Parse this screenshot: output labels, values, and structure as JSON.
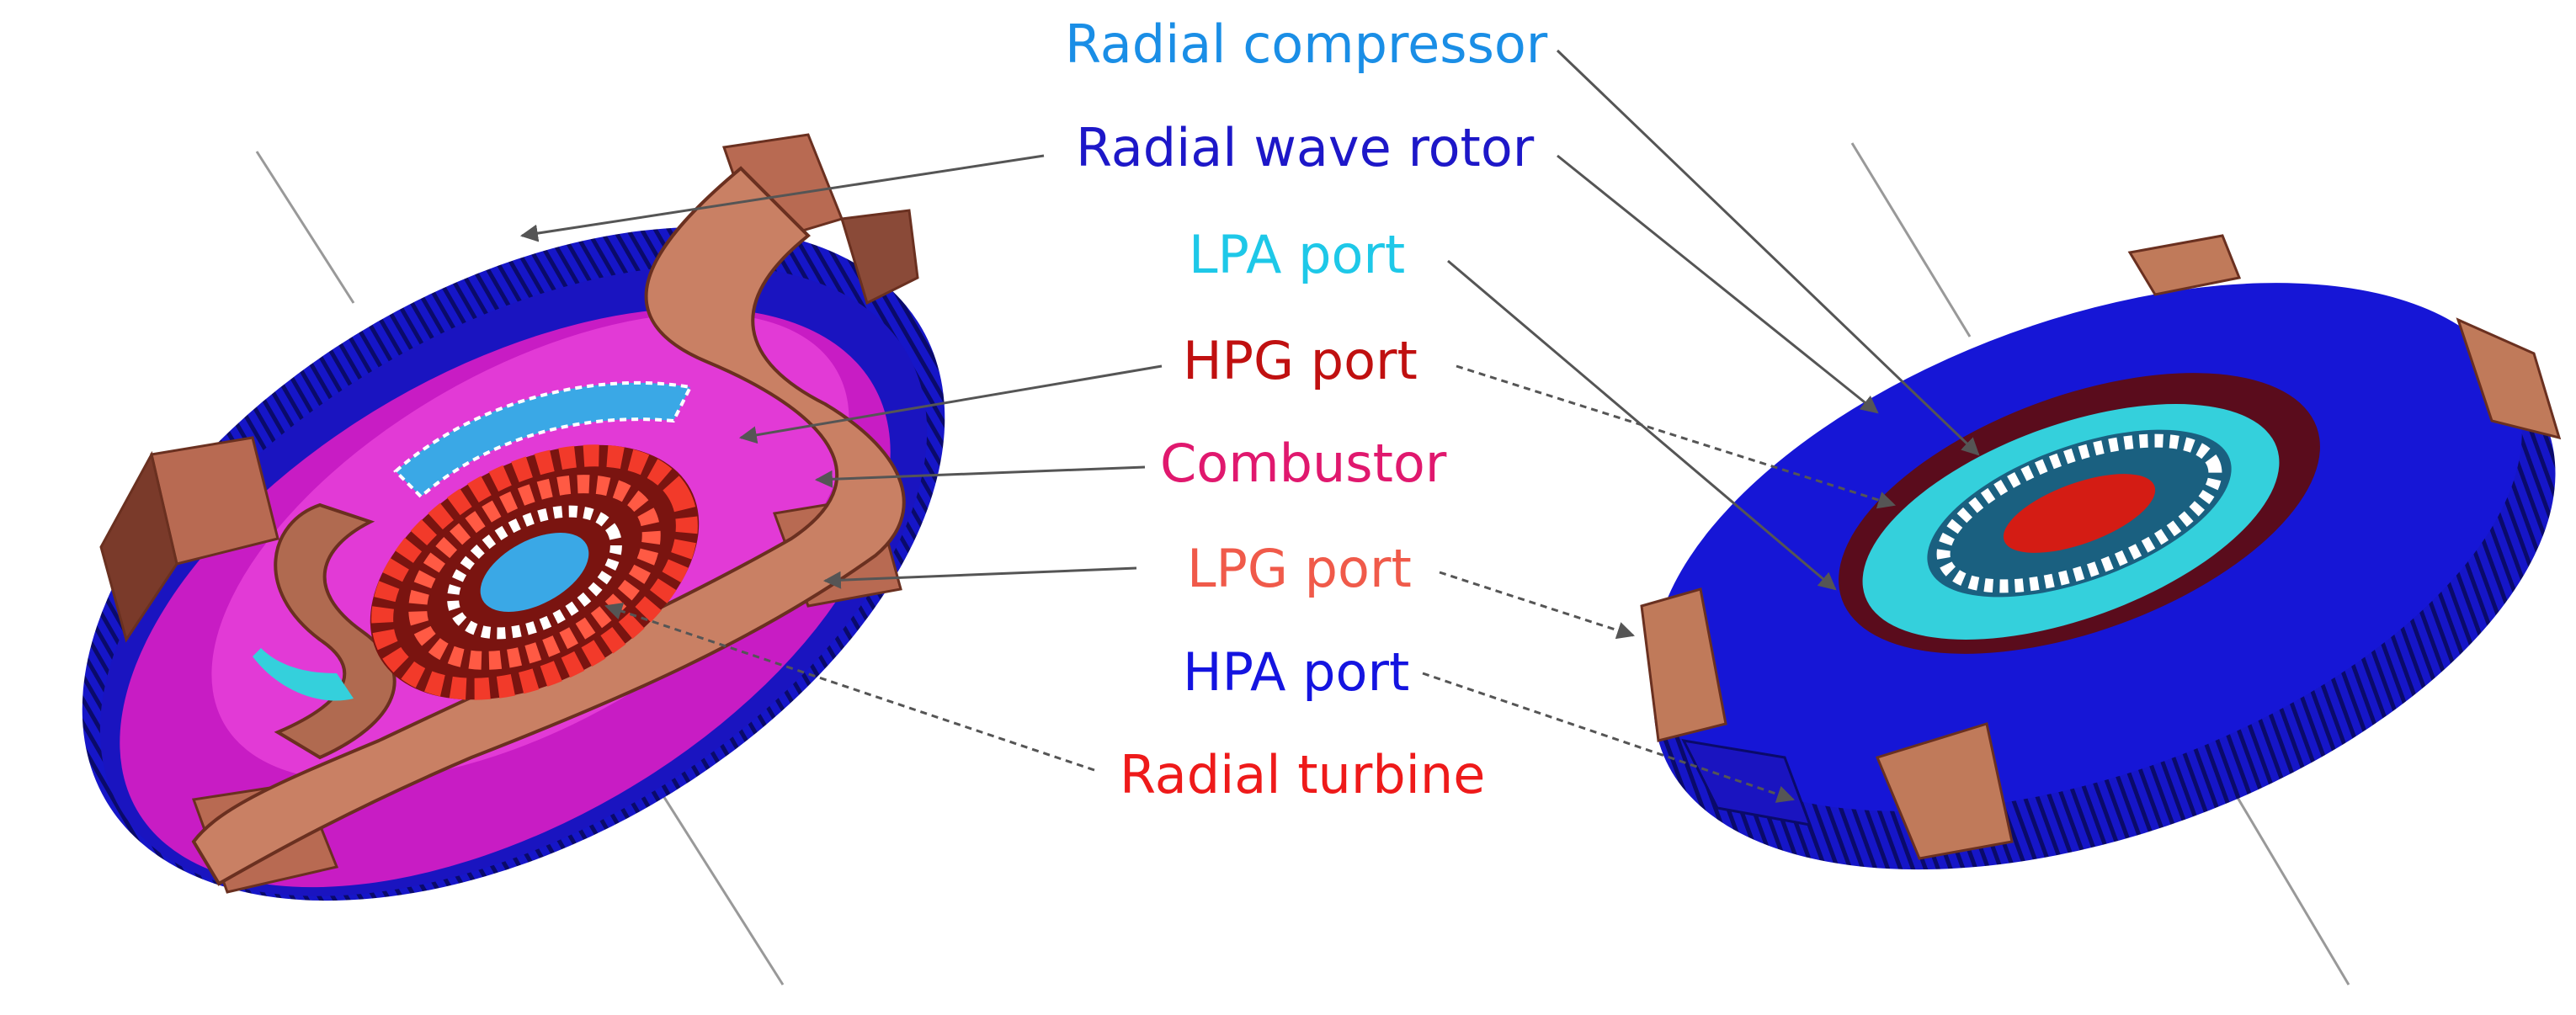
{
  "labels": {
    "radial_compressor": {
      "text": "Radial compressor",
      "color": "#1a8ee6"
    },
    "radial_wave_rotor": {
      "text": "Radial wave rotor",
      "color": "#1d17c8"
    },
    "lpa_port": {
      "text": "LPA port",
      "color": "#1ec8e8"
    },
    "hpg_port": {
      "text": "HPG port",
      "color": "#c01010"
    },
    "combustor": {
      "text": "Combustor",
      "color": "#e0186e"
    },
    "lpg_port": {
      "text": "LPG port",
      "color": "#f05a4a"
    },
    "hpa_port": {
      "text": "HPA port",
      "color": "#1414e0"
    },
    "radial_turbine": {
      "text": "Radial turbine",
      "color": "#ee1a1a"
    }
  },
  "colors": {
    "wave_rotor_blue": "#1414d2",
    "combustor_magenta": "#d01ec8",
    "port_copper": "#b86a52",
    "lpa_cyan": "#34d0dc",
    "turbine_red": "#d41c14",
    "leader_line": "#666666"
  }
}
